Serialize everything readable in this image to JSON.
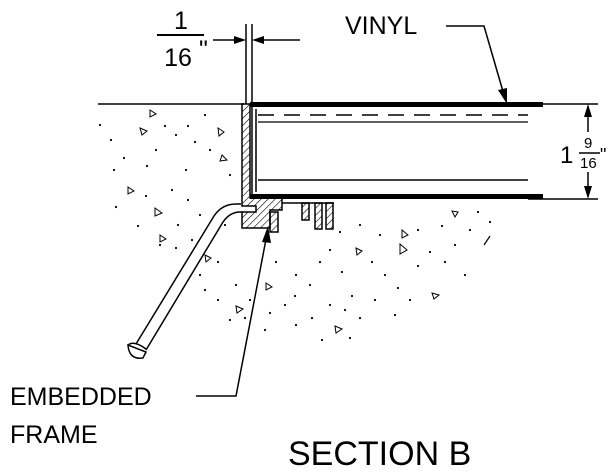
{
  "labels": {
    "dim_gap_numerator": "1",
    "dim_gap_denominator": "16",
    "dim_gap_unit": "\"",
    "vinyl": "VINYL",
    "dim_thickness_whole": "1",
    "dim_thickness_numerator": "9",
    "dim_thickness_denominator": "16",
    "dim_thickness_unit": "\"",
    "embedded_line1": "EMBEDDED",
    "embedded_line2": "FRAME",
    "section_title": "SECTION B"
  },
  "colors": {
    "ink": "#000000",
    "paper": "#ffffff"
  }
}
